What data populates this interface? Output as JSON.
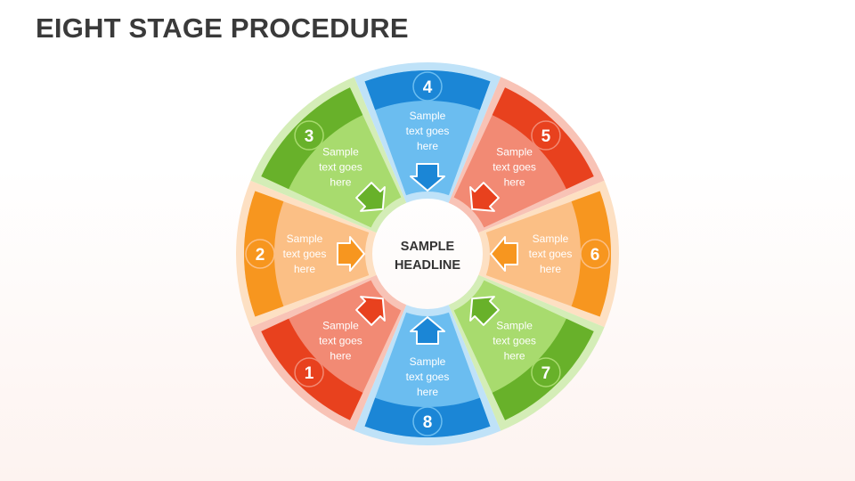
{
  "title": "EIGHT STAGE PROCEDURE",
  "center_headline": [
    "SAMPLE",
    "HEADLINE"
  ],
  "colors": {
    "blue": {
      "light": "#6bbdf0",
      "dark": "#1b86d6",
      "halo": "#bfe2f8"
    },
    "red": {
      "light": "#f28a74",
      "dark": "#e8411e",
      "halo": "#f8c3b6"
    },
    "orange": {
      "light": "#fbbf85",
      "dark": "#f7961f",
      "halo": "#fde0c3"
    },
    "green": {
      "light": "#a8db6e",
      "dark": "#68b12a",
      "halo": "#d4edb7"
    }
  },
  "stages": [
    {
      "number": "1",
      "text": [
        "Sample",
        "text goes",
        "here"
      ],
      "color": "red",
      "arrow": "up-right-arrow-icon"
    },
    {
      "number": "2",
      "text": [
        "Sample",
        "text goes",
        "here"
      ],
      "color": "orange",
      "arrow": "right-arrow-icon"
    },
    {
      "number": "3",
      "text": [
        "Sample",
        "text goes",
        "here"
      ],
      "color": "green",
      "arrow": "down-right-arrow-icon"
    },
    {
      "number": "4",
      "text": [
        "Sample",
        "text goes",
        "here"
      ],
      "color": "blue",
      "arrow": "down-arrow-icon"
    },
    {
      "number": "5",
      "text": [
        "Sample",
        "text goes",
        "here"
      ],
      "color": "red",
      "arrow": "down-left-arrow-icon"
    },
    {
      "number": "6",
      "text": [
        "Sample",
        "text goes",
        "here"
      ],
      "color": "orange",
      "arrow": "left-arrow-icon"
    },
    {
      "number": "7",
      "text": [
        "Sample",
        "text goes",
        "here"
      ],
      "color": "green",
      "arrow": "up-left-arrow-icon"
    },
    {
      "number": "8",
      "text": [
        "Sample",
        "text goes",
        "here"
      ],
      "color": "blue",
      "arrow": "up-arrow-icon"
    }
  ]
}
